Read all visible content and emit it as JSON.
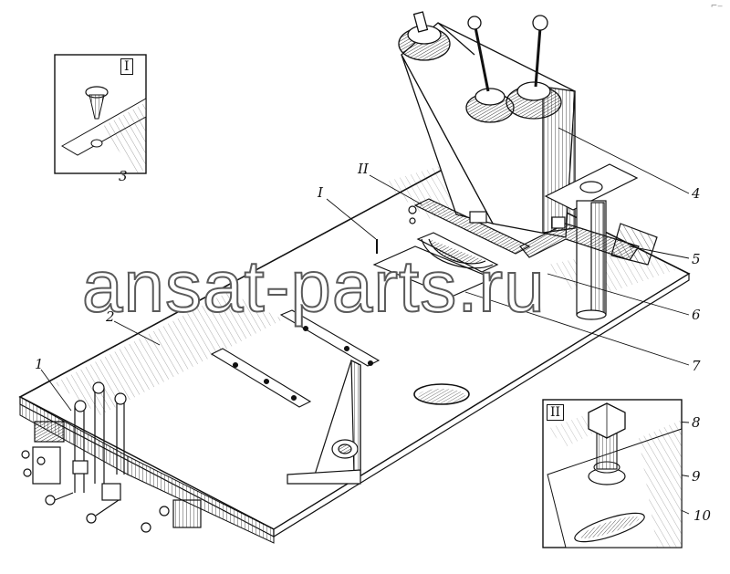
{
  "watermark": "ansat-parts.ru",
  "corner_mark": "⌐‒",
  "insets": [
    {
      "id": "inset-detail-I",
      "title": "I"
    },
    {
      "id": "inset-detail-II",
      "title": "II"
    }
  ],
  "callouts": {
    "view_I": "I",
    "view_II": "II",
    "n1": "1",
    "n2": "2",
    "n3": "3",
    "n4": "4",
    "n5": "5",
    "n6": "6",
    "n7": "7",
    "n8": "8",
    "n9": "9",
    "n10": "10"
  }
}
